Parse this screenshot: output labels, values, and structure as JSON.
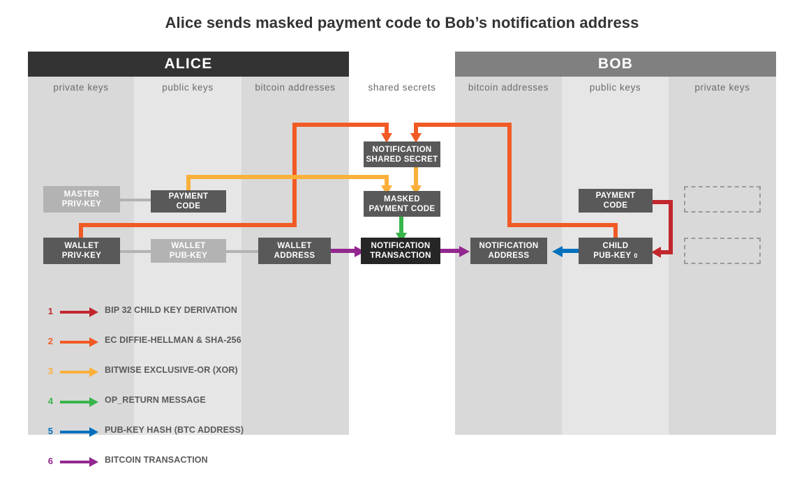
{
  "title": "Alice sends masked payment code to Bob’s notification address",
  "parties": [
    {
      "name": "ALICE",
      "color": "#333333"
    },
    {
      "name": "BOB",
      "color": "#808080"
    }
  ],
  "columns": [
    {
      "id": "alice-private-keys",
      "label": "private keys"
    },
    {
      "id": "alice-public-keys",
      "label": "public keys"
    },
    {
      "id": "alice-bitcoin-addresses",
      "label": "bitcoin addresses"
    },
    {
      "id": "shared-secrets",
      "label": "shared secrets"
    },
    {
      "id": "bob-bitcoin-addresses",
      "label": "bitcoin addresses"
    },
    {
      "id": "bob-public-keys",
      "label": "public keys"
    },
    {
      "id": "bob-private-keys",
      "label": "private keys"
    }
  ],
  "nodes": {
    "alice_master_privkey": {
      "line1": "MASTER",
      "line2": "PRIV-KEY"
    },
    "alice_payment_code": {
      "line1": "PAYMENT",
      "line2": "CODE"
    },
    "alice_wallet_privkey": {
      "line1": "WALLET",
      "line2": "PRIV-KEY"
    },
    "alice_wallet_pubkey": {
      "line1": "WALLET",
      "line2": "PUB-KEY"
    },
    "alice_wallet_address": {
      "line1": "WALLET",
      "line2": "ADDRESS"
    },
    "notification_shared_secret": {
      "line1": "NOTIFICATION",
      "line2": "SHARED SECRET"
    },
    "masked_payment_code": {
      "line1": "MASKED",
      "line2": "PAYMENT CODE"
    },
    "notification_transaction": {
      "line1": "NOTIFICATION",
      "line2": "TRANSACTION"
    },
    "bob_notification_address": {
      "line1": "NOTIFICATION",
      "line2": "ADDRESS"
    },
    "bob_child_pubkey": {
      "line1": "CHILD",
      "line2": "PUB-KEY",
      "subscript": "0"
    },
    "bob_payment_code": {
      "line1": "PAYMENT",
      "line2": "CODE"
    }
  },
  "legend": [
    {
      "num": "1",
      "label": "BIP 32 CHILD KEY DERIVATION",
      "color": "#c1272d"
    },
    {
      "num": "2",
      "label": "EC DIFFIE-HELLMAN & SHA-256",
      "color": "#f15a24"
    },
    {
      "num": "3",
      "label": "BITWISE EXCLUSIVE-OR (XOR)",
      "color": "#fbb03b"
    },
    {
      "num": "4",
      "label": "OP_RETURN MESSAGE",
      "color": "#39b54a"
    },
    {
      "num": "5",
      "label": "PUB-KEY HASH (BTC ADDRESS)",
      "color": "#0071bc"
    },
    {
      "num": "6",
      "label": "BITCOIN TRANSACTION",
      "color": "#93278f"
    }
  ],
  "colors": {
    "alice_bar": "#333333",
    "bob_bar": "#808080",
    "node_dark": "#595959",
    "node_black": "#262626",
    "node_light": "#b3b3b3",
    "column_shade_a": "#d9d9d9",
    "column_shade_b": "#e6e6e6",
    "title_text": "#333333",
    "column_label_text": "#6b6b6b"
  }
}
